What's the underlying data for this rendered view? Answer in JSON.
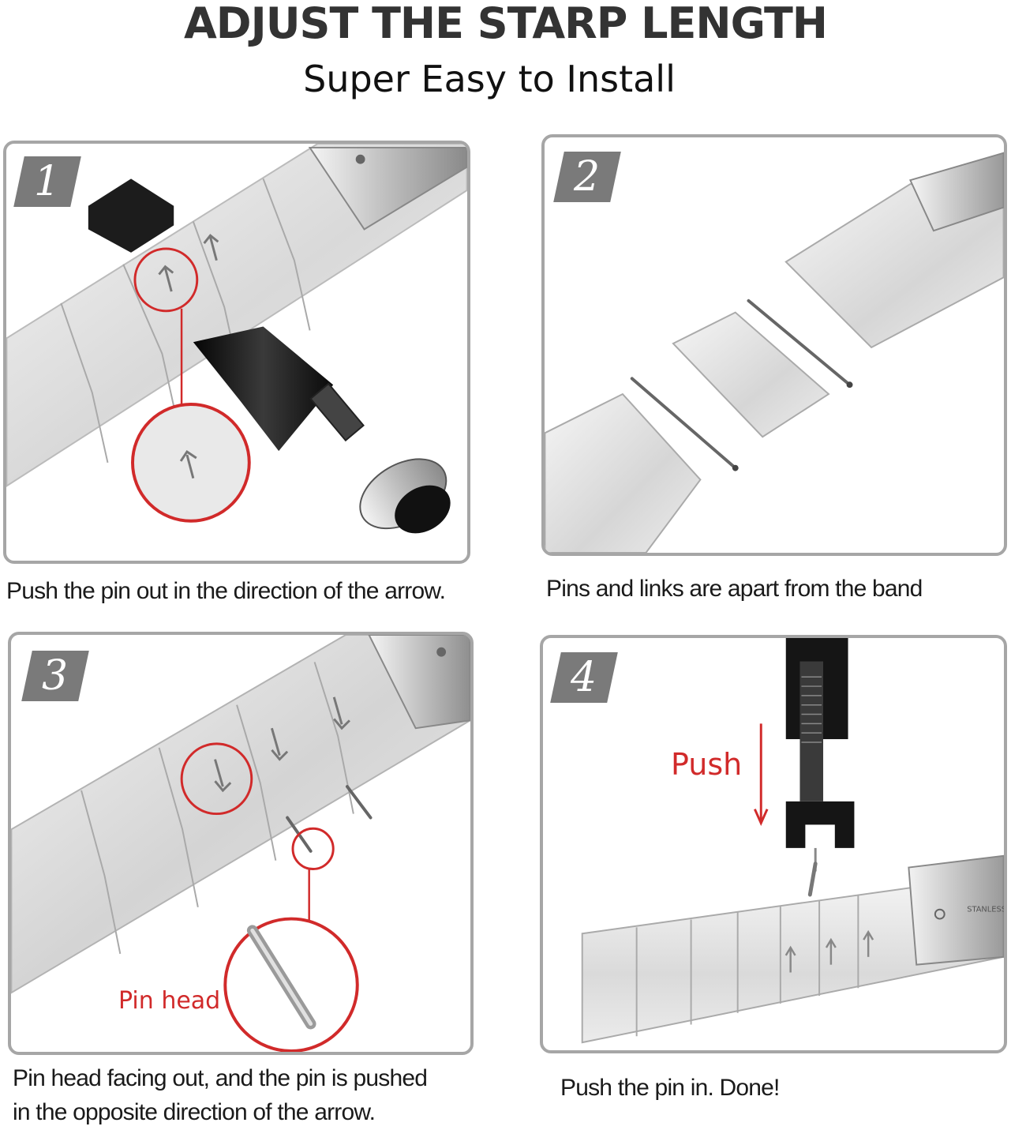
{
  "header": {
    "title": "ADJUST THE STARP LENGTH",
    "subtitle": "Super Easy to Install"
  },
  "colors": {
    "accent_red": "#d12a2a",
    "badge_gray": "#7a7a7a",
    "panel_border": "#a6a6a6",
    "tool_black": "#1c1c1c"
  },
  "steps": [
    {
      "number": "1",
      "caption": "Push the pin out in the direction of the arrow."
    },
    {
      "number": "2",
      "caption": "Pins and links are apart from the band"
    },
    {
      "number": "3",
      "label": "Pin head",
      "caption_line1": "Pin head facing out, and the pin is pushed",
      "caption_line2": "in the opposite direction of the arrow."
    },
    {
      "number": "4",
      "label": "Push",
      "clasp_text": "STANLESS",
      "caption": "Push the pin in. Done!"
    }
  ]
}
